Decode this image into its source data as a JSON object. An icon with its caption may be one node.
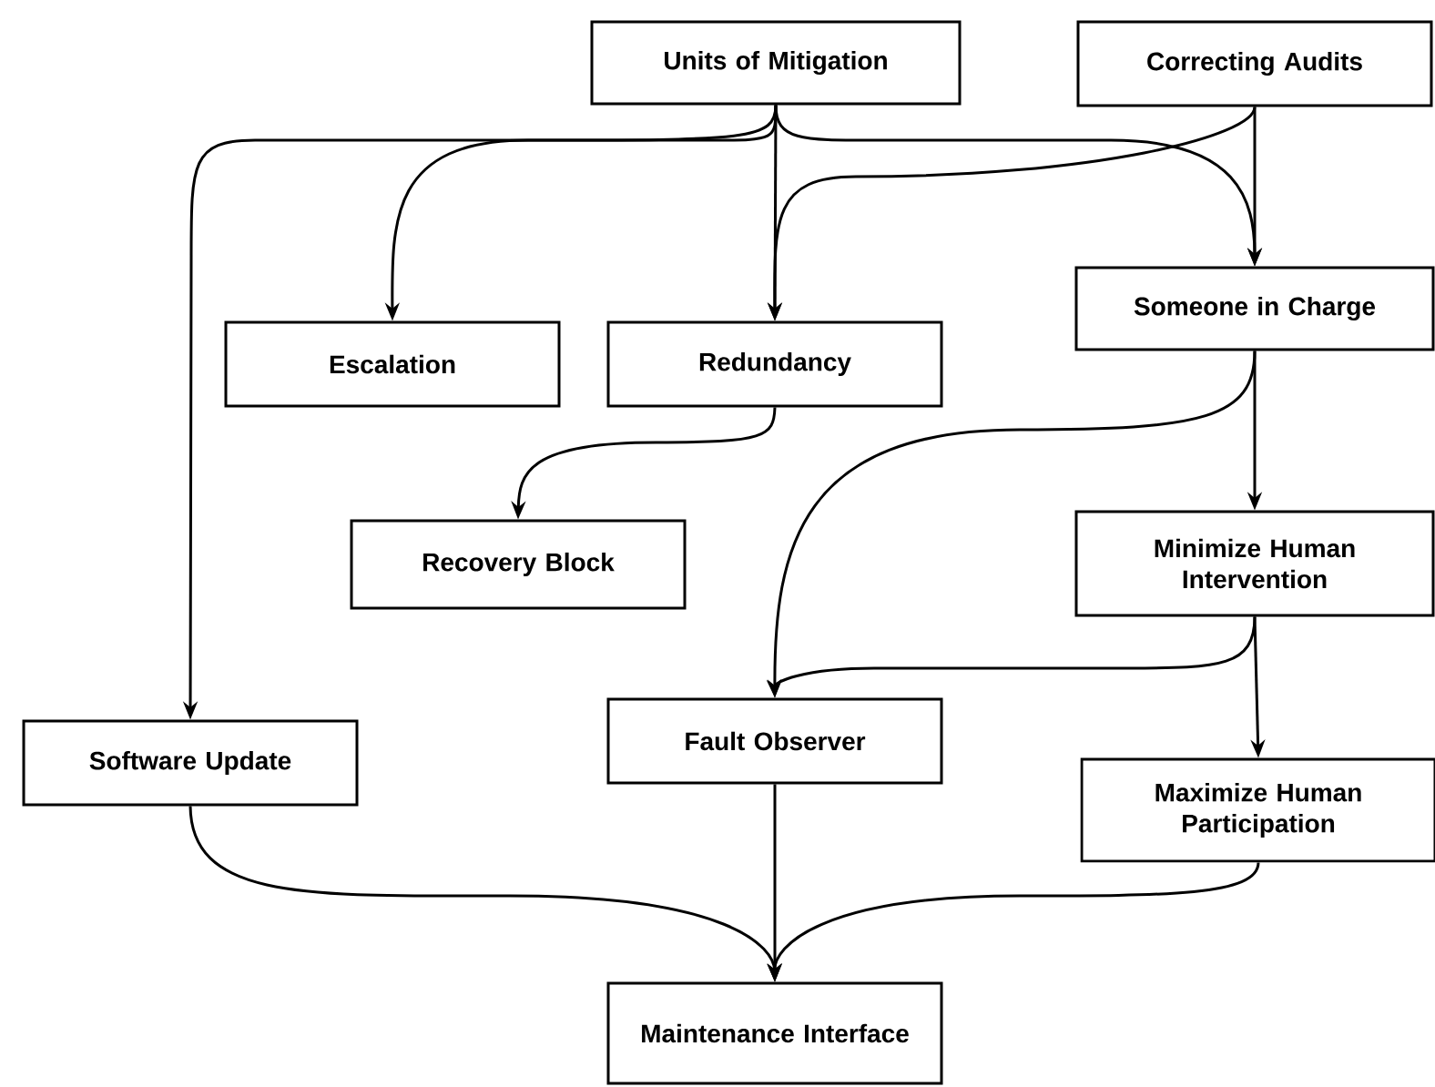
{
  "diagram": {
    "nodes": [
      {
        "text": [
          "Units of Mitigation"
        ]
      },
      {
        "text": [
          "Correcting Audits"
        ]
      },
      {
        "text": [
          "Escalation"
        ]
      },
      {
        "text": [
          "Redundancy"
        ]
      },
      {
        "text": [
          "Someone in Charge"
        ]
      },
      {
        "text": [
          "Recovery Block"
        ]
      },
      {
        "text": [
          "Minimize Human Intervention"
        ]
      },
      {
        "text": [
          "Software Update"
        ]
      },
      {
        "text": [
          "Fault Observer"
        ]
      },
      {
        "text": [
          "Maximize Human Participation"
        ]
      },
      {
        "text": [
          "Maintenance Interface"
        ]
      }
    ],
    "edges": [
      {
        "from": 0,
        "to": 7,
        "arrow": "to"
      },
      {
        "from": 0,
        "to": 2,
        "arrow": "to"
      },
      {
        "from": 0,
        "to": 3,
        "arrow": "to"
      },
      {
        "from": 0,
        "to": 4,
        "arrow": "to"
      },
      {
        "from": 1,
        "to": 3,
        "arrow": "to"
      },
      {
        "from": 1,
        "to": 4,
        "arrow": "to"
      },
      {
        "from": 3,
        "to": 5,
        "arrow": "to"
      },
      {
        "from": 4,
        "to": 8,
        "arrow": "to"
      },
      {
        "from": 4,
        "to": 6,
        "arrow": "to"
      },
      {
        "from": 6,
        "to": 8,
        "arrow": "to"
      },
      {
        "from": 6,
        "to": 9,
        "arrow": "to"
      },
      {
        "from": 7,
        "to": 10,
        "arrow": "to"
      },
      {
        "from": 8,
        "to": 10,
        "arrow": "to"
      },
      {
        "from": 9,
        "to": 10,
        "arrow": "to"
      }
    ]
  }
}
